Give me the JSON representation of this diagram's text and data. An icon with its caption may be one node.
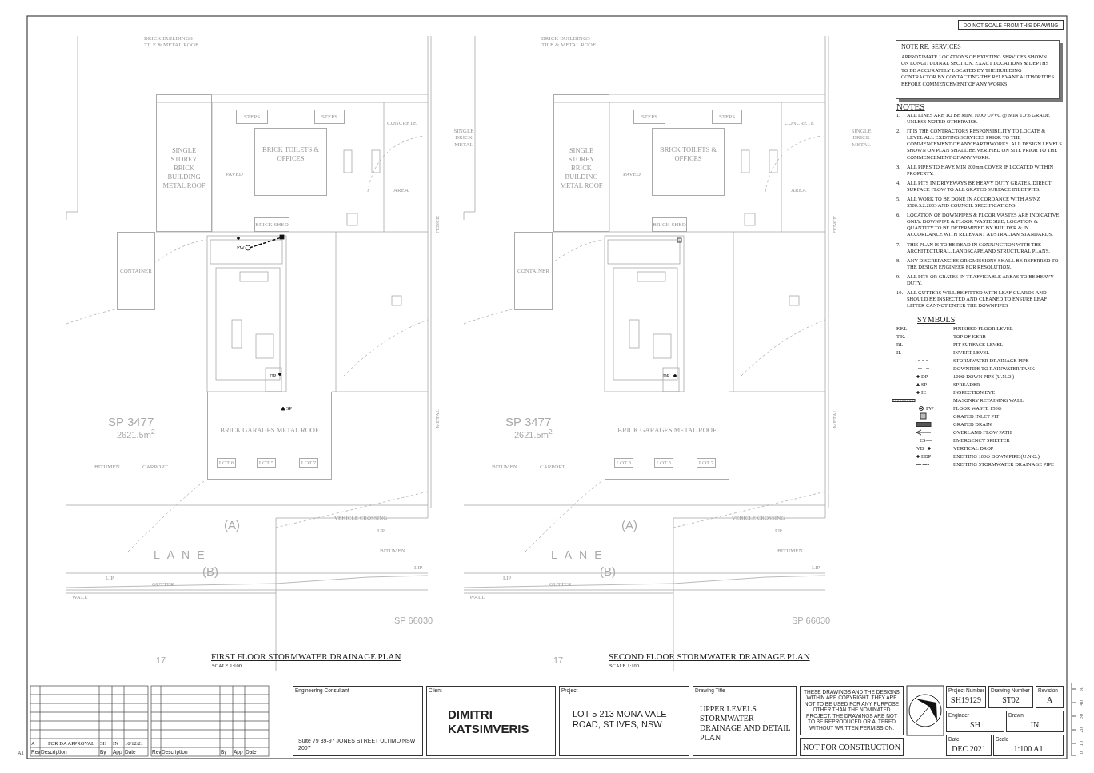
{
  "diagram": {
    "nodes": [
      {
        "text": [
          "NOTE RE. SERVICES",
          "APPROXIMATE LOCATIONS OF EXISTING SERVICES SHOWN ON LONGITUDINAL SECTION. EXACT LOCATIONS & DEPTHS TO BE ACCURATELY LOCATED BY THE BUILDING CONTRACTOR BY CONTACTING THE RELEVANT AUTHORITIES BEFORE COMMENCEMENT OF ANY WORKS"
        ]
      },
      {
        "text": [
          "SINGLE STOREY BRICK BUILDING METAL ROOF"
        ]
      },
      {
        "text": [
          "BRICK TOILETS & OFFICES"
        ]
      },
      {
        "text": [
          "STEPS"
        ]
      },
      {
        "text": [
          "STEPS"
        ]
      },
      {
        "text": [
          "BRICK SHED"
        ]
      },
      {
        "text": [
          "CONTAINER"
        ]
      },
      {
        "text": [
          "BRICK GARAGES METAL ROOF"
        ]
      },
      {
        "text": [
          "LOT 6"
        ],
        "in": 7
      },
      {
        "text": [
          "LOT 5"
        ],
        "in": 7
      },
      {
        "text": [
          "LOT 7"
        ],
        "in": 7
      },
      {
        "text": [
          "SINGLE STOREY BRICK BUILDING METAL ROOF"
        ]
      },
      {
        "text": [
          "BRICK TOILETS & OFFICES"
        ]
      },
      {
        "text": [
          "STEPS"
        ]
      },
      {
        "text": [
          "STEPS"
        ]
      },
      {
        "text": [
          "BRICK SHED"
        ]
      },
      {
        "text": [
          "CONTAINER"
        ]
      },
      {
        "text": [
          "BRICK GARAGES METAL ROOF"
        ]
      },
      {
        "text": [
          "LOT 6"
        ],
        "in": 17
      },
      {
        "text": [
          "LOT 5"
        ],
        "in": 17
      },
      {
        "text": [
          "LOT 7"
        ],
        "in": 17
      },
      {
        "text": [
          "Engineering Consultant",
          "Suite 79 89-97 JONES STREET ULTIMO NSW 2007"
        ]
      },
      {
        "text": [
          "Client",
          "DIMITRI KATSIMVERIS"
        ]
      },
      {
        "text": [
          "Project",
          "LOT 5 213 MONA VALE ROAD, ST IVES, NSW"
        ]
      },
      {
        "text": [
          "Drawing Title",
          "UPPER LEVELS STORMWATER DRAINAGE AND DETAIL PLAN"
        ]
      },
      {
        "text": [
          "THESE DRAWINGS AND THE DESIGNS WITHIN ARE COPYRIGHT. THEY ARE NOT TO BE USED FOR ANY PURPOSE OTHER THAN THE NOMINATED PROJECT. THE DRAWINGS ARE NOT TO BE REPRODUCED OR ALTERED WITHOUT WRITTEN PERMISSION."
        ]
      },
      {
        "text": [
          "NOT FOR CONSTRUCTION"
        ]
      },
      {
        "text": [
          "Project Number",
          "SH19129"
        ]
      },
      {
        "text": [
          "Drawing Number",
          "ST02"
        ]
      },
      {
        "text": [
          "Revision",
          "A"
        ]
      },
      {
        "text": [
          "Engineer",
          "SH"
        ]
      },
      {
        "text": [
          "Drawn",
          "IN"
        ]
      },
      {
        "text": [
          "Date",
          "DEC 2021"
        ]
      },
      {
        "text": [
          "Scale",
          "1:100 A1"
        ]
      },
      {
        "text": [
          "DO NOT SCALE FROM THIS DRAWING"
        ]
      }
    ],
    "labels": [
      "BRICK BUILDINGS",
      "TILE & METAL ROOF",
      "CONCRETE",
      "AREA",
      "PAVED",
      "FENCE",
      "SINGLE BRICK METAL",
      "METAL",
      "SP 3477",
      "2621.5m$^{2}$",
      "BITUMEN",
      "CARPORT",
      "(A)",
      "LANE",
      "(B)",
      "VEHICLE CROSSING",
      "UP",
      "BITUMEN",
      "LIP",
      "GUTTER",
      "LIP",
      "WALL",
      "SP 66030",
      "17",
      "FIRST FLOOR STORMWATER DRAINAGE PLAN",
      "SCALE 1:100",
      "BRICK BUILDINGS",
      "TILE & METAL ROOF",
      "CONCRETE",
      "AREA",
      "PAVED",
      "FENCE",
      "SINGLE BRICK METAL",
      "METAL",
      "SP 3477",
      "2621.5m$^{2}$",
      "BITUMEN",
      "CARPORT",
      "(A)",
      "LANE",
      "(B)",
      "VEHICLE CROSSING",
      "UP",
      "BITUMEN",
      "LIP",
      "GUTTER",
      "LIP",
      "WALL",
      "SP 66030",
      "17",
      "SECOND FLOOR STORMWATER DRAINAGE PLAN",
      "SCALE 1:100",
      "FW",
      "DP",
      "SP",
      "DP",
      "NOTES",
      "1.",
      "ALL LINES ARE TO BE MIN. 100Φ UPVC @ MIN 1.0% GRADE UNLESS NOTED OTHERWISE.",
      "2.",
      "IT IS THE CONTRACTORS RESPONSIBILITY TO LOCATE & LEVEL ALL EXISTING SERVICES PRIOR TO THE COMMENCEMENT OF ANY EARTHWORKS. ALL DESIGN LEVELS SHOWN ON PLAN SHALL BE VERIFIED ON SITE PRIOR TO THE COMMENCEMENT OF ANY WORK.",
      "3.",
      "ALL PIPES TO HAVE MIN 200mm COVER IF LOCATED WITHIN PROPERTY.",
      "4.",
      "ALL PITS IN DRIVEWAYS BE HEAVY DUTY GRATES. DIRECT SURFACE FLOW TO ALL GRATED SURFACE INLET PITS.",
      "5.",
      "ALL WORK TO BE DONE IN ACCORDANCE WITH AS/NZ 3500.3.2:2003 AND COUNCIL SPECIFICATIONS.",
      "6.",
      "LOCATION OF DOWNPIPES & FLOOR WASTES ARE INDICATIVE ONLY. DOWNPIPE & FLOOR WASTE SIZE, LOCATION & QUANTITY TO BE DETERMINED BY BUILDER & IN ACCORDANCE WITH RELEVANT AUSTRALIAN STANDARDS.",
      "7.",
      "THIS PLAN IS TO BE READ IN CONJUNCTION WITH THE ARCHITECTURAL, LANDSCAPE AND STRUCTURAL PLANS.",
      "8.",
      "ANY DISCREPANCIES OR OMISSIONS SHALL BE REFERRED TO THE DESIGN ENGINEER FOR RESOLUTION.",
      "9.",
      "ALL PITS OR GRATES IN TRAFFICABLE AREAS TO BE HEAVY DUTY.",
      "10.",
      "ALL GUTTERS WILL BE FITTED WITH LEAF GUARDS AND SHOULD BE INSPECTED AND CLEANED TO ENSURE LEAF LITTER CANNOT ENTER THE DOWNPIPES",
      "SYMBOLS",
      "F.F.L.",
      "T.K.",
      "RL",
      "IL",
      "DP",
      "SP",
      "IE",
      "FW",
      "ES",
      "VD",
      "EDP",
      "Rev",
      "Description",
      "By",
      "App",
      "Date",
      "A",
      "FOR DA APPROVAL",
      "SH",
      "IN",
      "16/12/21",
      "Rev",
      "Description",
      "By",
      "App",
      "Date",
      "50",
      "40",
      "30",
      "20",
      "10",
      "0",
      "A1"
    ],
    "legend": [
      {
        "text": "FINISHED FLOOR LEVEL"
      },
      {
        "text": "TOP OF KERB"
      },
      {
        "text": "PIT SURFACE LEVEL"
      },
      {
        "text": "INVERT LEVEL"
      },
      {
        "text": "STORMWATER DRAINAGE PIPE"
      },
      {
        "text": "DOWNPIPE TO RAINWATER TANK"
      },
      {
        "text": "100Φ DOWN PIPE (U.N.O.)"
      },
      {
        "text": "SPREADER"
      },
      {
        "text": "INSPECTION EYE"
      },
      {
        "text": "MASONRY RETAINING WALL"
      },
      {
        "text": "FLOOR WASTE 150Φ"
      },
      {
        "text": "GRATED INLET PIT"
      },
      {
        "text": "GRATED DRAIN"
      },
      {
        "text": "OVERLAND FLOW PATH"
      },
      {
        "text": "EMERGENCY SPILTTER"
      },
      {
        "text": "VERTICAL DROP"
      },
      {
        "text": "EXISTING 100Φ DOWN PIPE (U.N.O.)"
      },
      {
        "text": "EXISTING STORMWATER DRAINAGE PIPE"
      }
    ]
  }
}
